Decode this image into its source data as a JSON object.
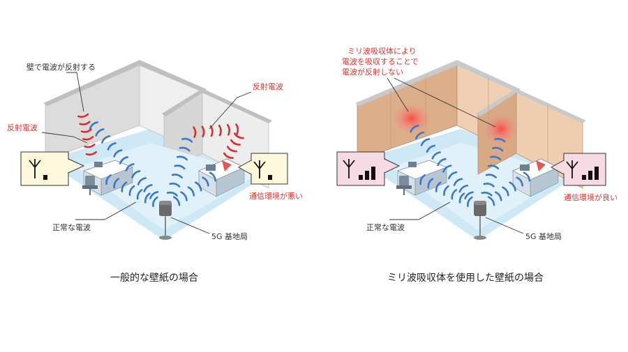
{
  "left_panel": {
    "caption": "一般的な壁紙の場合",
    "wall_reflect_label": "壁で電波が反射する",
    "reflected_wave_left": "反射電波",
    "reflected_wave_right": "反射電波",
    "normal_wave_label": "正常な電波",
    "base_station_label": "5G 基地局",
    "bad_signal_label": "通信環境が悪い",
    "signal_left_bars": 1,
    "signal_right_bars": 1
  },
  "right_panel": {
    "caption": "ミリ波吸収体を使用した壁紙の場合",
    "absorber_note_line1": "ミリ波吸収体により",
    "absorber_note_line2": "電波を吸収することで",
    "absorber_note_line3": "電波が反射しない",
    "normal_wave_label": "正常な電波",
    "base_station_label": "5G 基地局",
    "good_signal_label": "通信環境が良い",
    "signal_left_bars": 3,
    "signal_right_bars": 3
  },
  "colors": {
    "wave_blue": "#3a78c9",
    "wave_red": "#d9302b",
    "floor": "#cfe8f5",
    "wall_gray": "#e3e3e3",
    "wall_tan": "#e8c3a3",
    "signal_box_plain": "#fdf8dc",
    "signal_box_pink": "#f7dbe4"
  },
  "icons": [
    "antenna-icon",
    "signal-bars-icon",
    "base-station-icon",
    "desk-icon",
    "chair-icon"
  ]
}
